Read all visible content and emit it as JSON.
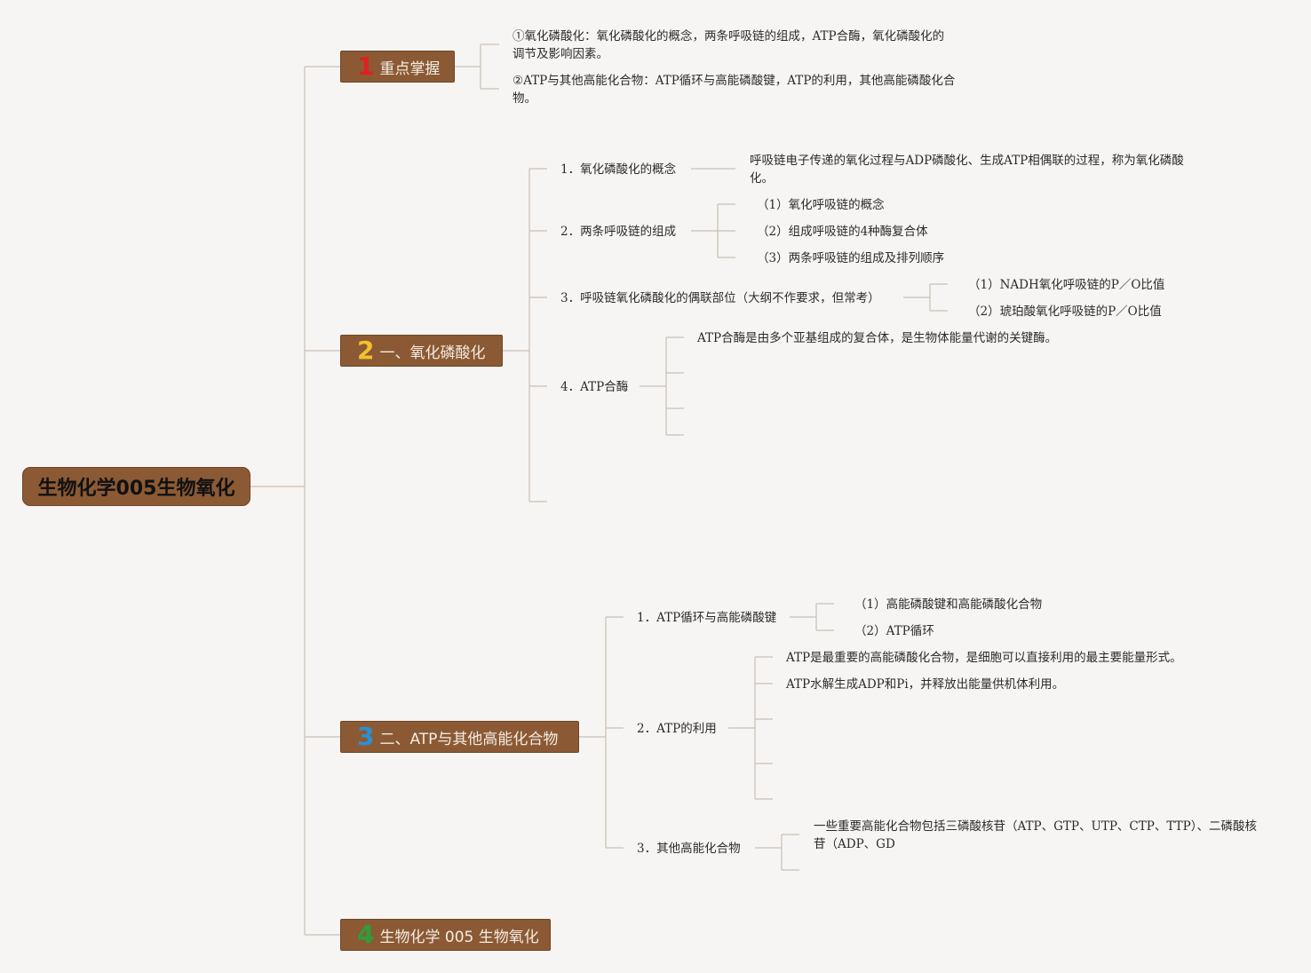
{
  "root": {
    "label": "生物化学005生物氧化"
  },
  "branches": [
    {
      "number": "1",
      "number_color": "#e02020",
      "label": "重点掌握"
    },
    {
      "number": "2",
      "number_color": "#f2c12e",
      "label": "一、氧化磷酸化"
    },
    {
      "number": "3",
      "number_color": "#2b8fd6",
      "label": "二、ATP与其他高能化合物"
    },
    {
      "number": "4",
      "number_color": "#2e9e3a",
      "label": "生物化学 005 生物氧化"
    }
  ],
  "b1": {
    "items": [
      "①氧化磷酸化：氧化磷酸化的概念，两条呼吸链的组成，ATP合酶，氧化磷酸化的调节及影响因素。",
      "②ATP与其他高能化合物：ATP循环与高能磷酸键，ATP的利用，其他高能磷酸化合物。"
    ]
  },
  "b2": {
    "s1": {
      "label": "1．氧化磷酸化的概念",
      "detail": "呼吸链电子传递的氧化过程与ADP磷酸化、生成ATP相偶联的过程，称为氧化磷酸化。"
    },
    "s2": {
      "label": "2．两条呼吸链的组成",
      "items": [
        "（1）氧化呼吸链的概念",
        "（2）组成呼吸链的4种酶复合体",
        "（3）两条呼吸链的组成及排列顺序"
      ]
    },
    "s3": {
      "label": "3．呼吸链氧化磷酸化的偶联部位（大纲不作要求，但常考）",
      "items": [
        "（1）NADH氧化呼吸链的P／O比值",
        "（2）琥珀酸氧化呼吸链的P／O比值"
      ]
    },
    "s4": {
      "label": "4．ATP合酶",
      "detail": "ATP合酶是由多个亚基组成的复合体，是生物体能量代谢的关键酶。"
    }
  },
  "b3": {
    "s1": {
      "label": "1．ATP循环与高能磷酸键",
      "items": [
        "（1）高能磷酸键和高能磷酸化合物",
        "（2）ATP循环"
      ]
    },
    "s2": {
      "label": "2．ATP的利用",
      "items": [
        "ATP是最重要的高能磷酸化合物，是细胞可以直接利用的最主要能量形式。",
        "ATP水解生成ADP和Pi，并释放出能量供机体利用。"
      ]
    },
    "s3": {
      "label": "3．其他高能化合物",
      "detail": "一些重要高能化合物包括三磷酸核苷（ATP、GTP、UTP、CTP、TTP）、二磷酸核苷（ADP、GD"
    }
  },
  "colors": {
    "line": "#c9bfb6",
    "root_line": "#d8b8a4",
    "node_fill": "#8b5a34",
    "background": "#f7f5f3"
  }
}
